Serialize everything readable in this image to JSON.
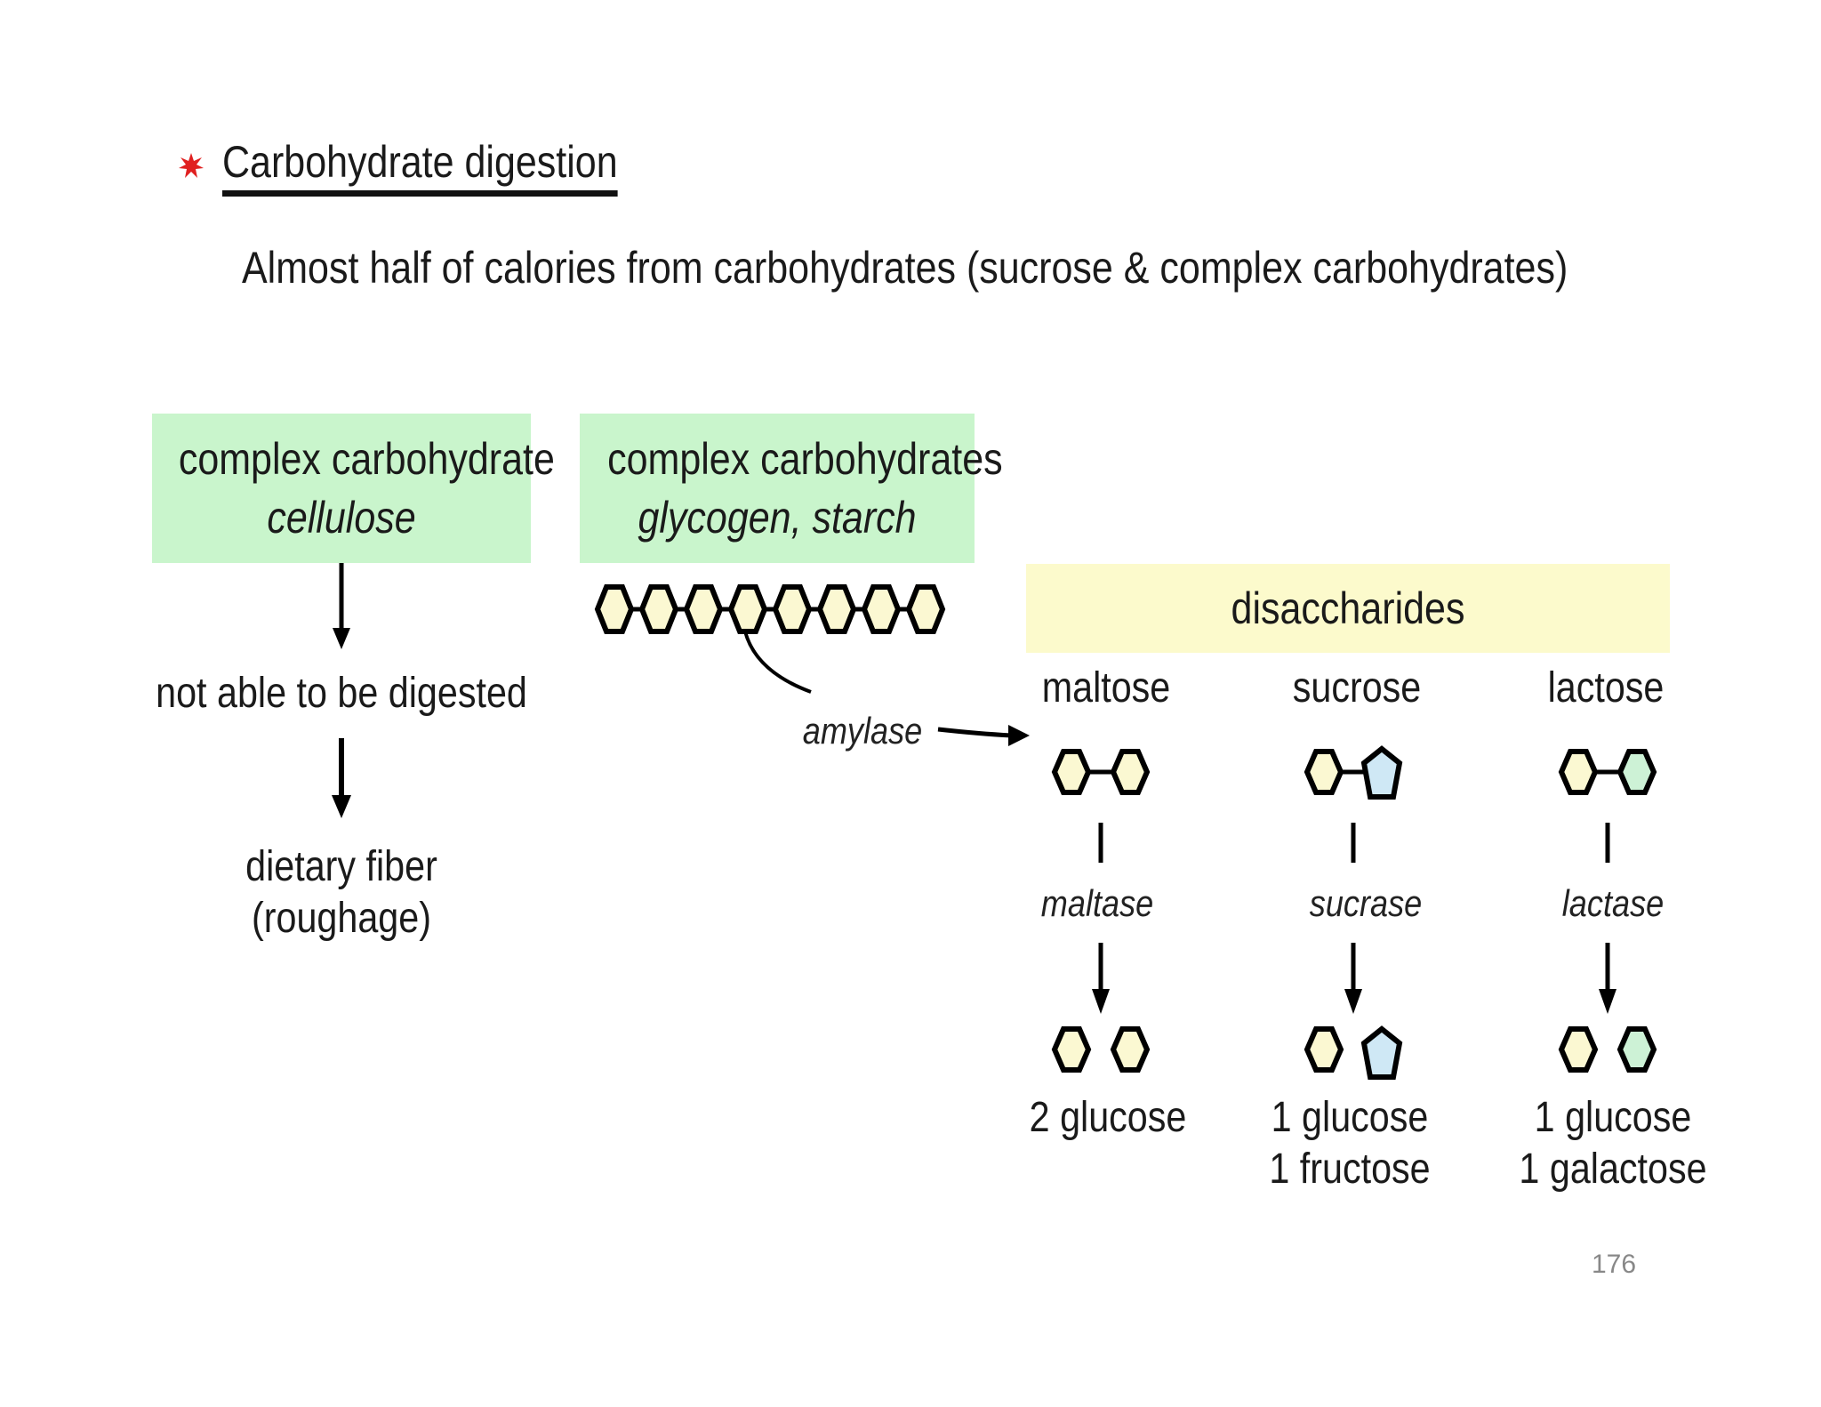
{
  "slide": {
    "title": "Carbohydrate digestion",
    "subtitle": "Almost half of calories from carbohydrates (sucrose & complex carbohydrates)",
    "page_number": "176",
    "colors": {
      "bullet": "#e02020",
      "green_box": "#c9f5cc",
      "yellow_box": "#fcfacc",
      "glucose": "#fbf8d2",
      "fructose": "#cfe8f5",
      "galactose": "#cdf2d6"
    }
  },
  "cellulose_path": {
    "box_line1": "complex carbohydrate",
    "box_line2": "cellulose",
    "step1": "not able to be digested",
    "result_line1": "dietary fiber",
    "result_line2": "(roughage)"
  },
  "starch_path": {
    "box_line1": "complex carbohydrates",
    "box_line2": "glycogen, starch",
    "enzyme": "amylase"
  },
  "disaccharides": {
    "header": "disaccharides",
    "columns": [
      {
        "name": "maltose",
        "enzyme": "maltase",
        "product_line1": "2 glucose",
        "product_line2": ""
      },
      {
        "name": "sucrose",
        "enzyme": "sucrase",
        "product_line1": "1 glucose",
        "product_line2": "1 fructose"
      },
      {
        "name": "lactose",
        "enzyme": "lactase",
        "product_line1": "1 glucose",
        "product_line2": "1 galactose"
      }
    ]
  }
}
